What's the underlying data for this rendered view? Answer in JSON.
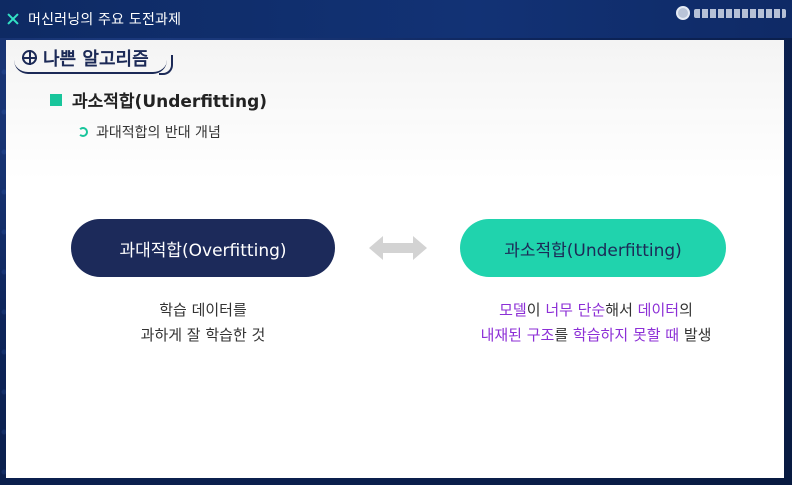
{
  "window": {
    "title": "머신러닝의 주요 도전과제"
  },
  "section": {
    "badge": "나쁜 알고리즘",
    "bullet": "과소적합(Underfitting)",
    "sub_bullet": "과대적합의 반대 개념"
  },
  "comparison": {
    "left": {
      "label": "과대적합(Overfitting)",
      "desc_line1": "학습 데이터를",
      "desc_line2": "과하게 잘 학습한 것"
    },
    "right": {
      "label": "과소적합(Underfitting)",
      "desc_line1": [
        {
          "text": "모델",
          "hl": true
        },
        {
          "text": "이 ",
          "hl": false
        },
        {
          "text": "너무 단순",
          "hl": true
        },
        {
          "text": "해서 ",
          "hl": false
        },
        {
          "text": "데이터",
          "hl": true
        },
        {
          "text": "의",
          "hl": false
        }
      ],
      "desc_line2": [
        {
          "text": "내재된 구조",
          "hl": true
        },
        {
          "text": "를 ",
          "hl": false
        },
        {
          "text": "학습하지 못할 때",
          "hl": true
        },
        {
          "text": " 발생",
          "hl": false
        }
      ]
    }
  },
  "colors": {
    "navy": "#1c2a5a",
    "mint": "#20d3ad",
    "highlight": "#8c2fd6",
    "arrow": "#d3d3d3"
  },
  "icons": {
    "close": "close-x-icon",
    "badge": "target-icon",
    "bullet": "square-bullet-icon",
    "sub_bullet": "cycle-icon",
    "arrow": "double-arrow-icon"
  }
}
